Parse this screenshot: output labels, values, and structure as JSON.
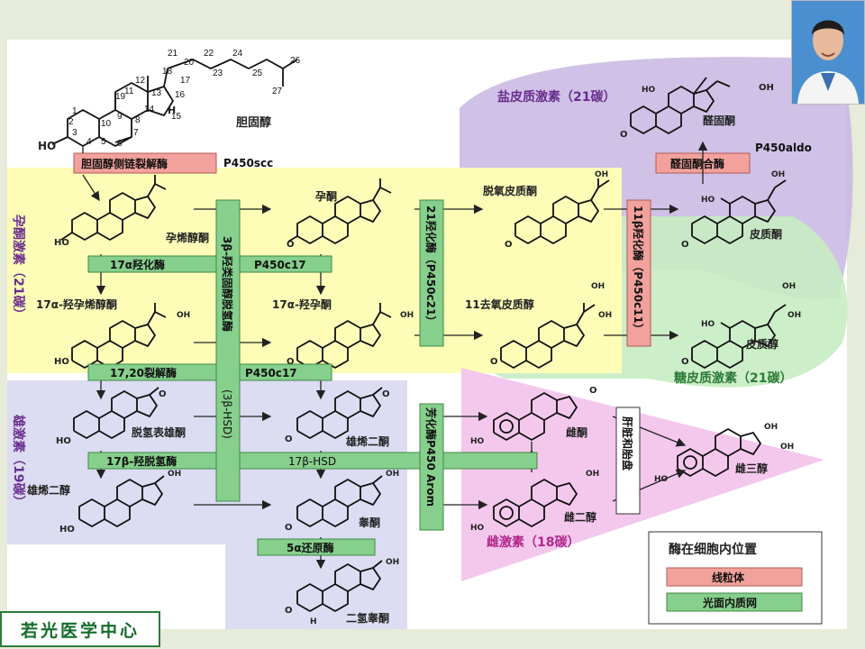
{
  "diagram": {
    "labels": {
      "cholesterol": "胆固醇",
      "pregnenolone": "孕烯醇酮",
      "progesterone": "孕酮",
      "deoxycorticosterone": "脱氧皮质酮",
      "corticosterone": "皮质酮",
      "aldosterone": "醛固酮",
      "oh_pregnenolone": "17α-羟孕烯醇酮",
      "oh_progesterone": "17α-羟孕酮",
      "deoxycortisol": "11去氧皮质醇",
      "cortisol": "皮质醇",
      "dhea": "脱氢表雄酮",
      "androstenedione": "雄烯二酮",
      "estrone": "雌酮",
      "estriol": "雌三醇",
      "androstenediol": "雄烯二醇",
      "testosterone": "睾酮",
      "estradiol": "雌二醇",
      "dht": "二氢睾酮"
    },
    "enzymes": {
      "scc": "胆固醇侧链裂解酶",
      "p450scc": "P450scc",
      "hydroxylase17": "17α羟化酶",
      "p450c17_a": "P450c17",
      "lyase": "17,20裂解酶",
      "p450c17_b": "P450c17",
      "hsd3b": "3β-羟类固醇脱氢酶",
      "hsd3b_abbr": "(3β-HSD)",
      "hydroxylase21": "21羟化酶（P450c21）",
      "hydroxylase11": "11β羟化酶（P450c11）",
      "aldo_synthase": "醛固酮合酶",
      "p450aldo": "P450aldo",
      "hsd17b_name": "17β-羟脱氢酶",
      "hsd17b": "17β-HSD",
      "aromatase": "芳化酶P450 Arom",
      "liver_placenta": "肝脏和胎盘",
      "reductase5a": "5α还原酶"
    },
    "groups": {
      "mineralocorticoid": "盐皮质激素（21碳）",
      "glucocorticoid": "糖皮质激素（21碳）",
      "progestin": "孕酮激素（21碳）",
      "androgen": "雄激素（19碳）",
      "estrogen": "雌激素（18碳）"
    },
    "legend": {
      "title": "酶在细胞内位置",
      "mitochondria": "线粒体",
      "ser": "光面内质网"
    },
    "cholesterol_numbers": [
      "1",
      "2",
      "3",
      "4",
      "5",
      "6",
      "7",
      "8",
      "9",
      "10",
      "11",
      "12",
      "13",
      "14",
      "15",
      "16",
      "17",
      "18",
      "19",
      "20",
      "21",
      "22",
      "23",
      "24",
      "25",
      "26",
      "27"
    ],
    "chem": {
      "ho": "HO",
      "o": "O",
      "oh": "OH",
      "h": "H"
    }
  },
  "watermark": "若光医学中心",
  "colors": {
    "progestin_bg": "#fdfdb8",
    "androgen_bg": "#dcdcf2",
    "mineralo_bg": "#c8b6e2",
    "gluco_bg": "#c6ecc2",
    "estrogen_bg": "#f4c8ec",
    "enzyme_green": "#86cf8c",
    "enzyme_red": "#f2a19c",
    "group_label": "#6a2e8f"
  }
}
